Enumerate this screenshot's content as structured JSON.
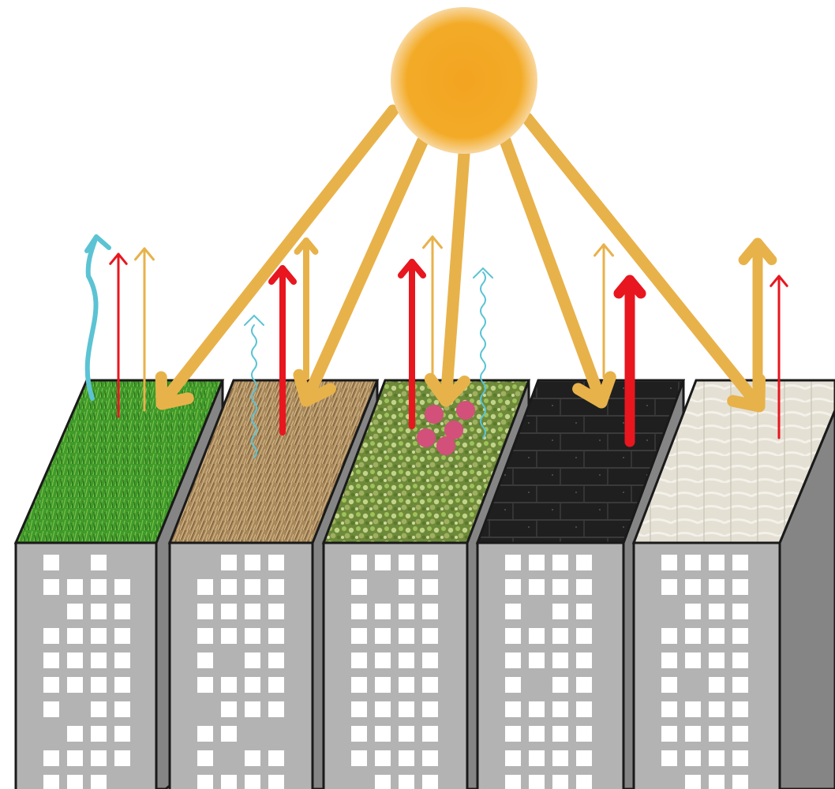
{
  "diagram": {
    "colors": {
      "sun": "#f3ab27",
      "solar_arrow": "#e8b24a",
      "heat_arrow": "#e8161f",
      "evaporation_arrow": "#5bc3d4",
      "building_face": "#b3b3b3",
      "building_side": "#858585",
      "window": "#ffffff",
      "outline": "#1a1a1a"
    },
    "roofs": [
      {
        "id": "grass",
        "fill": "#3f9a2a",
        "texture": "grass",
        "reflected_solar": "thin",
        "heat": "thin",
        "evaporation": "thick"
      },
      {
        "id": "dry-grass",
        "fill": "#a8875a",
        "texture": "straw",
        "reflected_solar": "medium",
        "heat": "medium",
        "evaporation": "thin"
      },
      {
        "id": "sedum",
        "fill": "#6d8a3a",
        "texture": "plants",
        "reflected_solar": "thin",
        "heat": "medium",
        "evaporation": "thin"
      },
      {
        "id": "asphalt-shingle",
        "fill": "#1c1c1c",
        "texture": "shingle",
        "reflected_solar": "thin",
        "heat": "thick",
        "evaporation": "none"
      },
      {
        "id": "white-tile",
        "fill": "#e4e0d4",
        "texture": "tile",
        "reflected_solar": "thick",
        "heat": "thin",
        "evaporation": "none"
      }
    ]
  }
}
